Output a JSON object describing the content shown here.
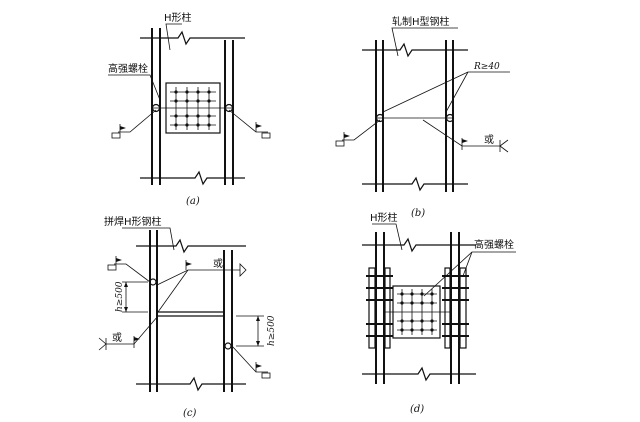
{
  "panel_a": {
    "column_label": "H形柱",
    "bolt_label": "高强螺栓",
    "caption": "(a)"
  },
  "panel_b": {
    "column_label": "轧制H型钢柱",
    "radius_label": "R≥40",
    "or_label": "或",
    "caption": "(b)"
  },
  "panel_c": {
    "column_label": "拼焊H形钢柱",
    "or_label_top": "或",
    "or_label_left": "或",
    "dim_left": "h≥500",
    "dim_right": "h≥500",
    "caption": "(c)"
  },
  "panel_d": {
    "column_label": "H形柱",
    "bolt_label": "高强螺栓",
    "caption": "(d)"
  }
}
